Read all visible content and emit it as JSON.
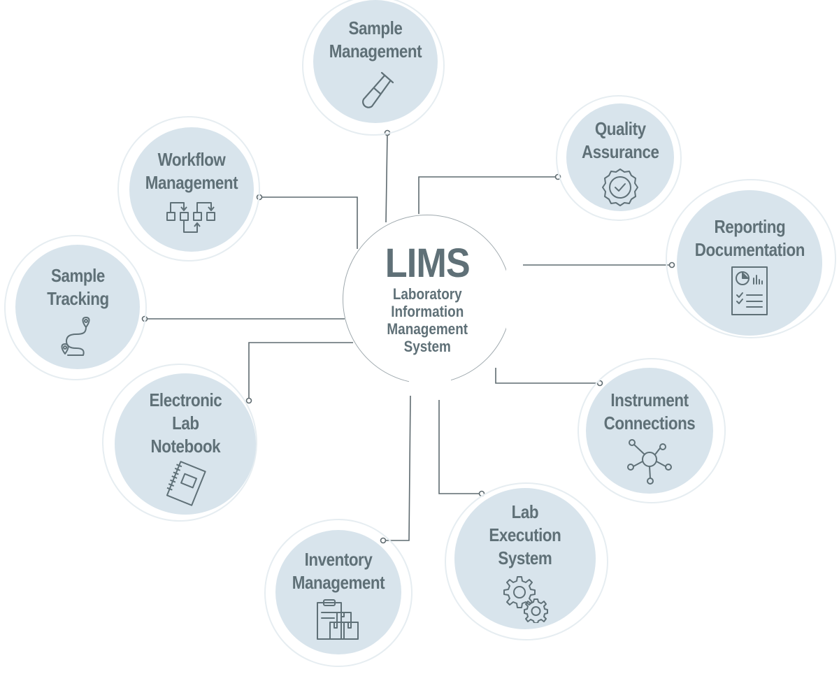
{
  "center": {
    "title": "LIMS",
    "subtitle": [
      "Laboratory",
      "Information",
      "Management",
      "System"
    ]
  },
  "nodes": [
    {
      "id": "sample-management",
      "lines": [
        "Sample",
        "Management"
      ],
      "icon": "test-tube-icon"
    },
    {
      "id": "quality-assurance",
      "lines": [
        "Quality",
        "Assurance"
      ],
      "icon": "badge-check-icon"
    },
    {
      "id": "workflow-management",
      "lines": [
        "Workflow",
        "Management"
      ],
      "icon": "workflow-icon"
    },
    {
      "id": "reporting-documentation",
      "lines": [
        "Reporting",
        "Documentation"
      ],
      "icon": "report-icon"
    },
    {
      "id": "sample-tracking",
      "lines": [
        "Sample",
        "Tracking"
      ],
      "icon": "route-icon"
    },
    {
      "id": "instrument-connections",
      "lines": [
        "Instrument",
        "Connections"
      ],
      "icon": "network-icon"
    },
    {
      "id": "electronic-lab-notebook",
      "lines": [
        "Electronic",
        "Lab",
        "Notebook"
      ],
      "icon": "notebook-icon"
    },
    {
      "id": "lab-execution-system",
      "lines": [
        "Lab",
        "Execution",
        "System"
      ],
      "icon": "gears-icon"
    },
    {
      "id": "inventory-management",
      "lines": [
        "Inventory",
        "Management"
      ],
      "icon": "clipboard-boxes-icon"
    }
  ],
  "colors": {
    "node_fill": "#d8e4ec",
    "text": "#5f7077",
    "line": "#5f6b70",
    "ring": "#e6edf1"
  }
}
